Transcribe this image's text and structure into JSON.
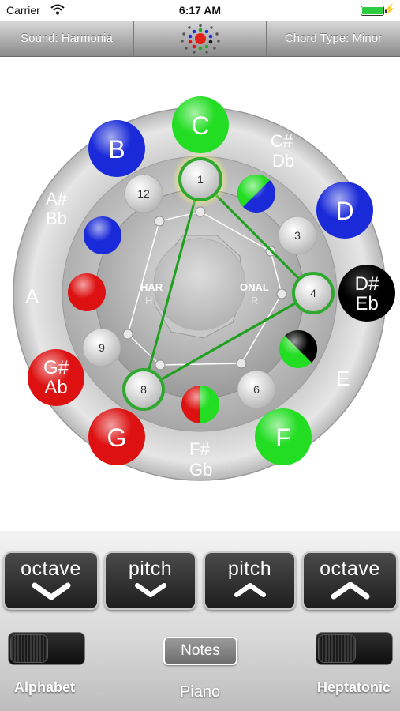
{
  "status_bar": {
    "carrier": "Carrier",
    "time": "6:17 AM"
  },
  "toolbar": {
    "sound_label": "Sound: Harmonia",
    "chord_label": "Chord Type: Minor"
  },
  "wheel": {
    "center_labels": [
      "HAR",
      "ONAL",
      "H",
      "R"
    ],
    "outer_notes": [
      {
        "id": "c",
        "label": "C",
        "color": "#22dd22"
      },
      {
        "id": "b",
        "label": "B",
        "color": "#1a2ad8"
      },
      {
        "id": "d",
        "label": "D",
        "color": "#1a2ad8"
      },
      {
        "id": "ds",
        "label_top": "D#",
        "label_bottom": "Eb",
        "color": "#000000"
      },
      {
        "id": "gs",
        "label_top": "G#",
        "label_bottom": "Ab",
        "color": "#dd1111"
      },
      {
        "id": "g",
        "label": "G",
        "color": "#dd1111"
      },
      {
        "id": "f",
        "label": "F",
        "color": "#22dd22"
      }
    ],
    "ring_labels": [
      {
        "id": "cs",
        "top": "C#",
        "bottom": "Db"
      },
      {
        "id": "as",
        "top": "A#",
        "bottom": "Bb"
      },
      {
        "id": "a",
        "text": "A"
      },
      {
        "id": "e",
        "text": "E"
      },
      {
        "id": "fs",
        "top": "F#",
        "bottom": "Gb"
      }
    ],
    "inner_numbers": [
      "1",
      "12",
      "3",
      "4",
      "9",
      "8",
      "6"
    ]
  },
  "controls": {
    "octave_down_label": "octave",
    "pitch_down_label": "pitch",
    "pitch_up_label": "pitch",
    "octave_up_label": "octave",
    "notes_label": "Notes",
    "left_toggle_label": "Alphabet",
    "center_label": "Piano",
    "right_toggle_label": "Heptatonic"
  }
}
